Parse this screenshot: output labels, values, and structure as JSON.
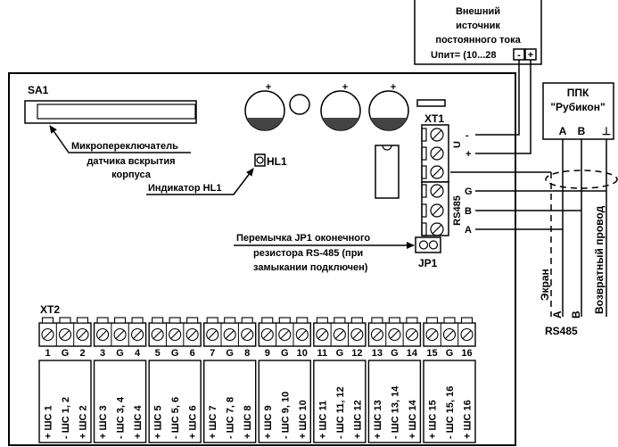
{
  "power_source": {
    "lines": [
      "Внешний",
      "источник",
      "постоянного тока",
      "Uпит= (10...28"
    ],
    "minus": "-",
    "plus": "+"
  },
  "ppk": {
    "lines": [
      "ППК",
      "\"Рубикон\""
    ],
    "terminals": [
      "A",
      "B",
      "⊥"
    ]
  },
  "sa1": {
    "label": "SA1",
    "callout": [
      "Микропереключатель",
      "датчика вскрытия",
      "корпуса"
    ]
  },
  "hl1": {
    "label": "HL1",
    "callout": "Индикатор HL1"
  },
  "capacitors": {
    "polarity": "+"
  },
  "xt1": {
    "label": "XT1",
    "power_group": "U",
    "power_terminals": [
      "-",
      "+"
    ],
    "rs485_group": "RS485",
    "rs485_terminals": [
      "G",
      "B",
      "A"
    ]
  },
  "jp1": {
    "label": "JP1",
    "callout": [
      "Перемычка JP1 оконечного",
      "резистора RS-485 (при",
      "замыкании подключен)"
    ]
  },
  "xt2": {
    "label": "XT2",
    "terminals": [
      "1",
      "G",
      "2",
      "3",
      "G",
      "4",
      "5",
      "G",
      "6",
      "7",
      "G",
      "8",
      "9",
      "G",
      "10",
      "11",
      "G",
      "12",
      "13",
      "G",
      "14",
      "15",
      "G",
      "16"
    ],
    "signals": [
      "+ ШС 1",
      "- ШС 1, 2",
      "+ ШС 2",
      "+ ШС 3",
      "- ШС 3, 4",
      "+ ШС 4",
      "+ ШС 5",
      "- ШС 5, 6",
      "+ ШС 6",
      "+ ШС 7",
      "- ШС 7, 8",
      "+ ШС 8",
      "+ ШС 9",
      "- ШС 9, 10",
      "+ ШС 10",
      "+ ШС 11",
      "- ШС 11, 12",
      "+ ШС 12",
      "+ ШС 13",
      "- ШС 13, 14",
      "+ ШС 14",
      "+ ШС 15",
      "- ШС 15, 16",
      "+ ШС 16"
    ]
  },
  "line": {
    "shield": "Экран",
    "a": "A",
    "b": "B",
    "return_wire": "Возвратный провод",
    "name": "RS485"
  }
}
